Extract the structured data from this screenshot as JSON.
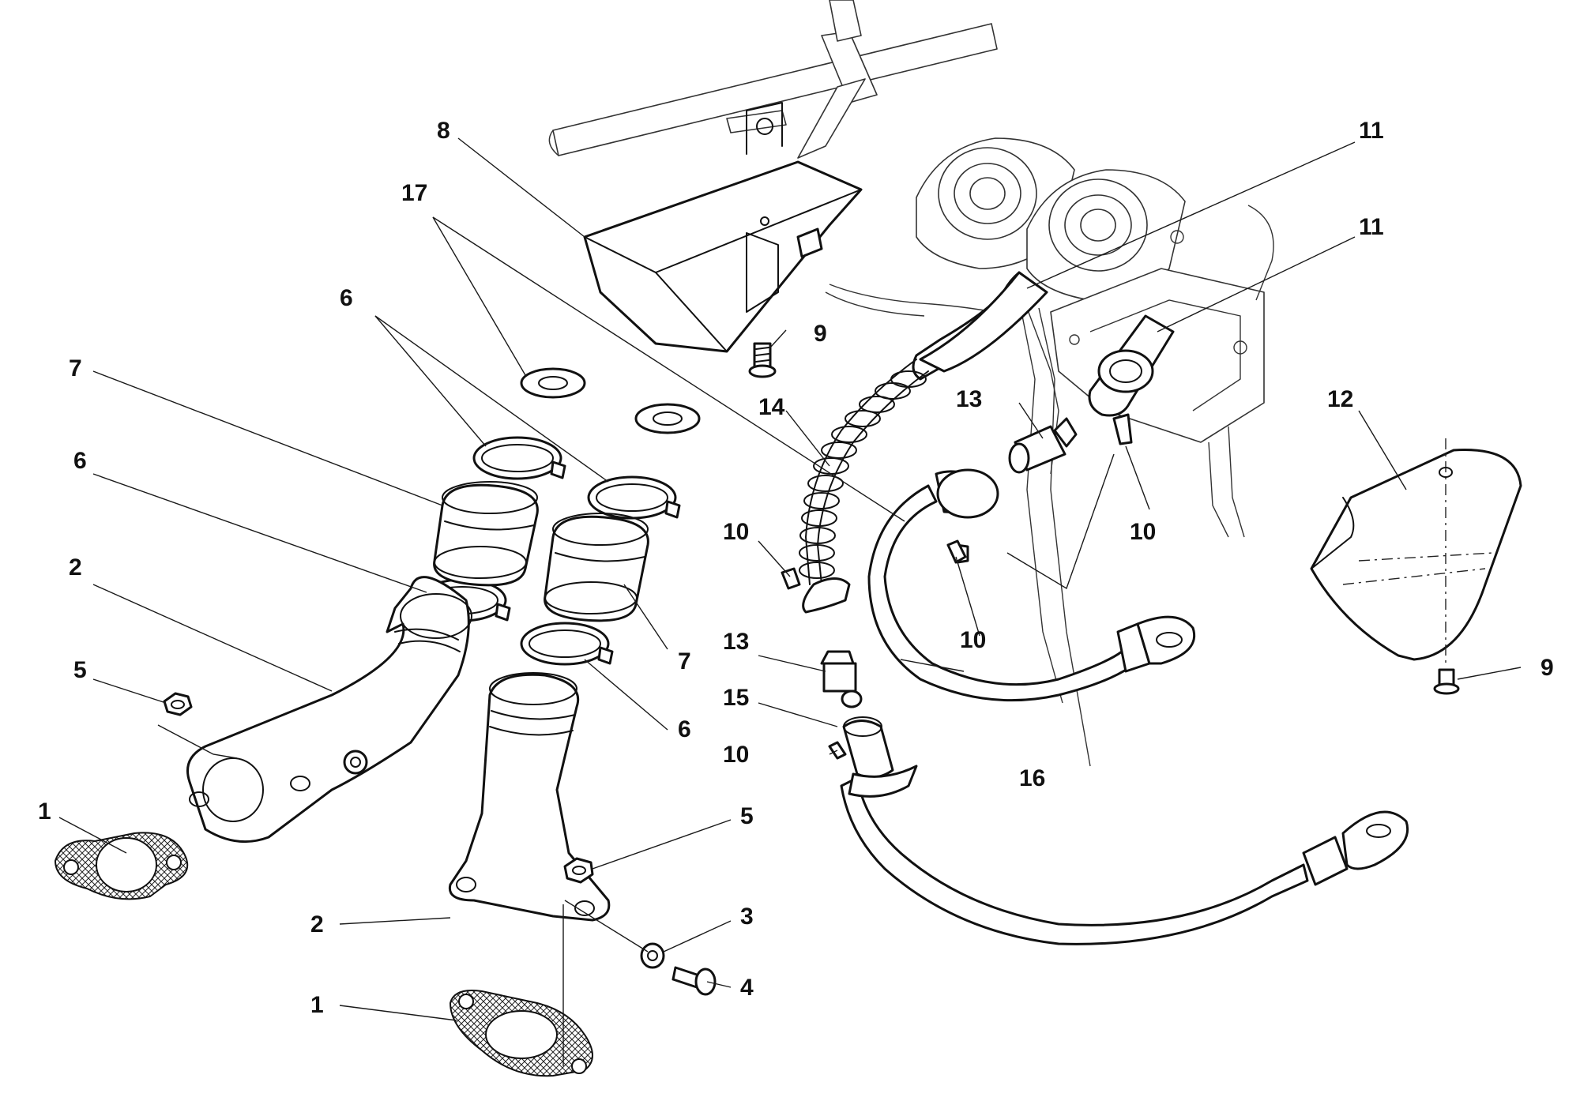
{
  "callouts": [
    {
      "id": "c1a",
      "label": "1"
    },
    {
      "id": "c1b",
      "label": "1"
    },
    {
      "id": "c2a",
      "label": "2"
    },
    {
      "id": "c2b",
      "label": "2"
    },
    {
      "id": "c3",
      "label": "3"
    },
    {
      "id": "c4",
      "label": "4"
    },
    {
      "id": "c5a",
      "label": "5"
    },
    {
      "id": "c5b",
      "label": "5"
    },
    {
      "id": "c6a",
      "label": "6"
    },
    {
      "id": "c6b",
      "label": "6"
    },
    {
      "id": "c6c",
      "label": "6"
    },
    {
      "id": "c7a",
      "label": "7"
    },
    {
      "id": "c7b",
      "label": "7"
    },
    {
      "id": "c8",
      "label": "8"
    },
    {
      "id": "c9a",
      "label": "9"
    },
    {
      "id": "c9b",
      "label": "9"
    },
    {
      "id": "c10a",
      "label": "10"
    },
    {
      "id": "c10b",
      "label": "10"
    },
    {
      "id": "c10c",
      "label": "10"
    },
    {
      "id": "c10d",
      "label": "10"
    },
    {
      "id": "c11a",
      "label": "11"
    },
    {
      "id": "c11b",
      "label": "11"
    },
    {
      "id": "c12",
      "label": "12"
    },
    {
      "id": "c13a",
      "label": "13"
    },
    {
      "id": "c13b",
      "label": "13"
    },
    {
      "id": "c14",
      "label": "14"
    },
    {
      "id": "c15",
      "label": "15"
    },
    {
      "id": "c16",
      "label": "16"
    },
    {
      "id": "c17",
      "label": "17"
    }
  ]
}
